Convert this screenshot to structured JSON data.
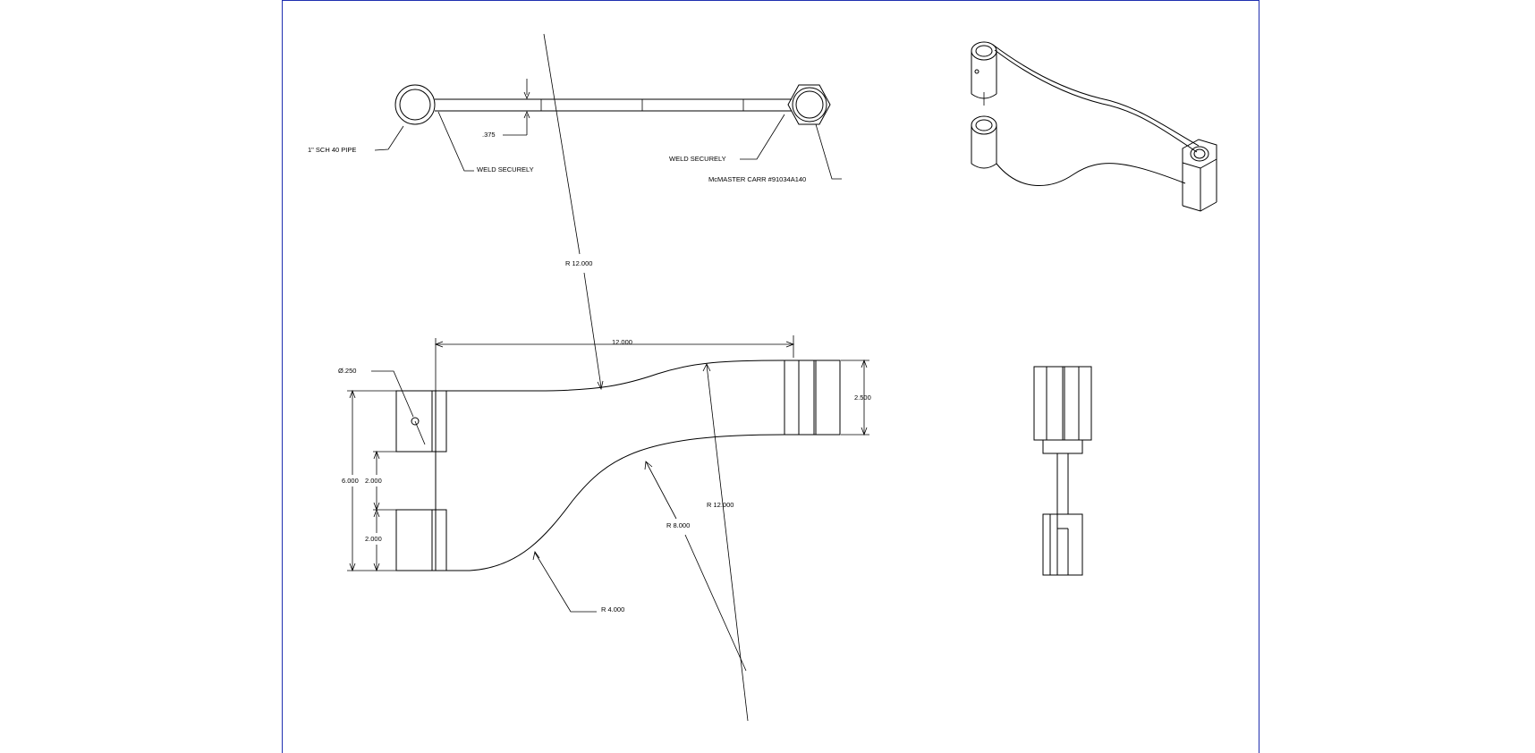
{
  "colors": {
    "frame": "#1f2fb0",
    "ink": "#000000",
    "paper": "#ffffff"
  },
  "top_view": {
    "pipe_label": "1\" SCH 40 PIPE",
    "weld_left_label": "WELD SECURELY",
    "weld_right_label": "WELD SECURELY",
    "nut_label": "McMASTER CARR #91034A140",
    "thickness_dim": ".375"
  },
  "front_view": {
    "hole_dia": "Ø.250",
    "length_dim": "12.000",
    "radius_top": "R 12.000",
    "radius_bottom_outer": "R 12.000",
    "radius_inner": "R 8.000",
    "radius_small": "R 4.000",
    "end_height": "2.500",
    "overall_height": "6.000",
    "gap_dim": "2.000",
    "block_height": "2.000"
  }
}
